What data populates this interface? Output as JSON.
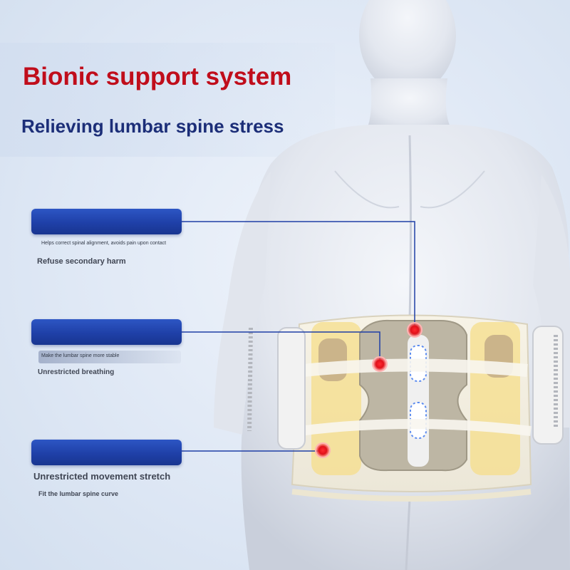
{
  "title": "Bionic support system",
  "subtitle": "Relieving lumbar spine stress",
  "callouts": [
    {
      "caption": "Helps correct spinal alignment, avoids pain upon contact",
      "label": "Refuse secondary harm"
    },
    {
      "caption": "Make the lumbar spine more stable",
      "label": "Unrestricted breathing"
    },
    {
      "label": "Unrestricted movement stretch",
      "sublabel": "Fit the lumbar spine curve"
    }
  ],
  "colors": {
    "title": "#c00d1b",
    "subtitle": "#1c2e78",
    "panel": "#1f40a8",
    "connector": "#1f3fa6",
    "hotspot": "#e0101a",
    "background": "#dfe8f5"
  }
}
